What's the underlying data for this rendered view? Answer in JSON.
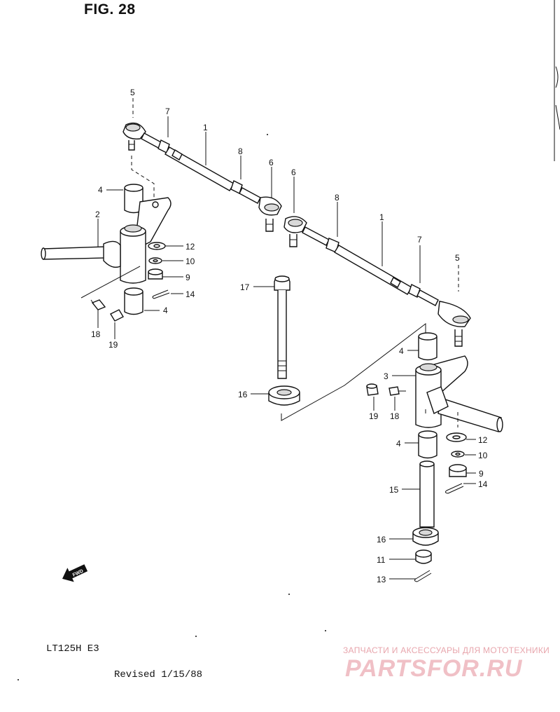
{
  "figure": {
    "title": "FIG. 28",
    "model": "LT125H E3",
    "revised": "Revised 1/15/88"
  },
  "fwd_label": "FWD",
  "watermark": {
    "text": "ЗАПЧАСТИ И АКСЕССУАРЫ ДЛЯ МОТОТЕХНИКИ",
    "logo": "PARTSFOR.RU"
  },
  "callouts": {
    "n1a": "1",
    "n1b": "1",
    "n2": "2",
    "n3": "3",
    "n4a": "4",
    "n4b": "4",
    "n4c": "4",
    "n4d": "4",
    "n5a": "5",
    "n5b": "5",
    "n6a": "6",
    "n6b": "6",
    "n7a": "7",
    "n7b": "7",
    "n8a": "8",
    "n8b": "8",
    "n9a": "9",
    "n9b": "9",
    "n10a": "10",
    "n10b": "10",
    "n11": "11",
    "n12a": "12",
    "n12b": "12",
    "n13": "13",
    "n14a": "14",
    "n14b": "14",
    "n15": "15",
    "n16a": "16",
    "n16b": "16",
    "n17": "17",
    "n18a": "18",
    "n18b": "18",
    "n19a": "19",
    "n19b": "19"
  }
}
